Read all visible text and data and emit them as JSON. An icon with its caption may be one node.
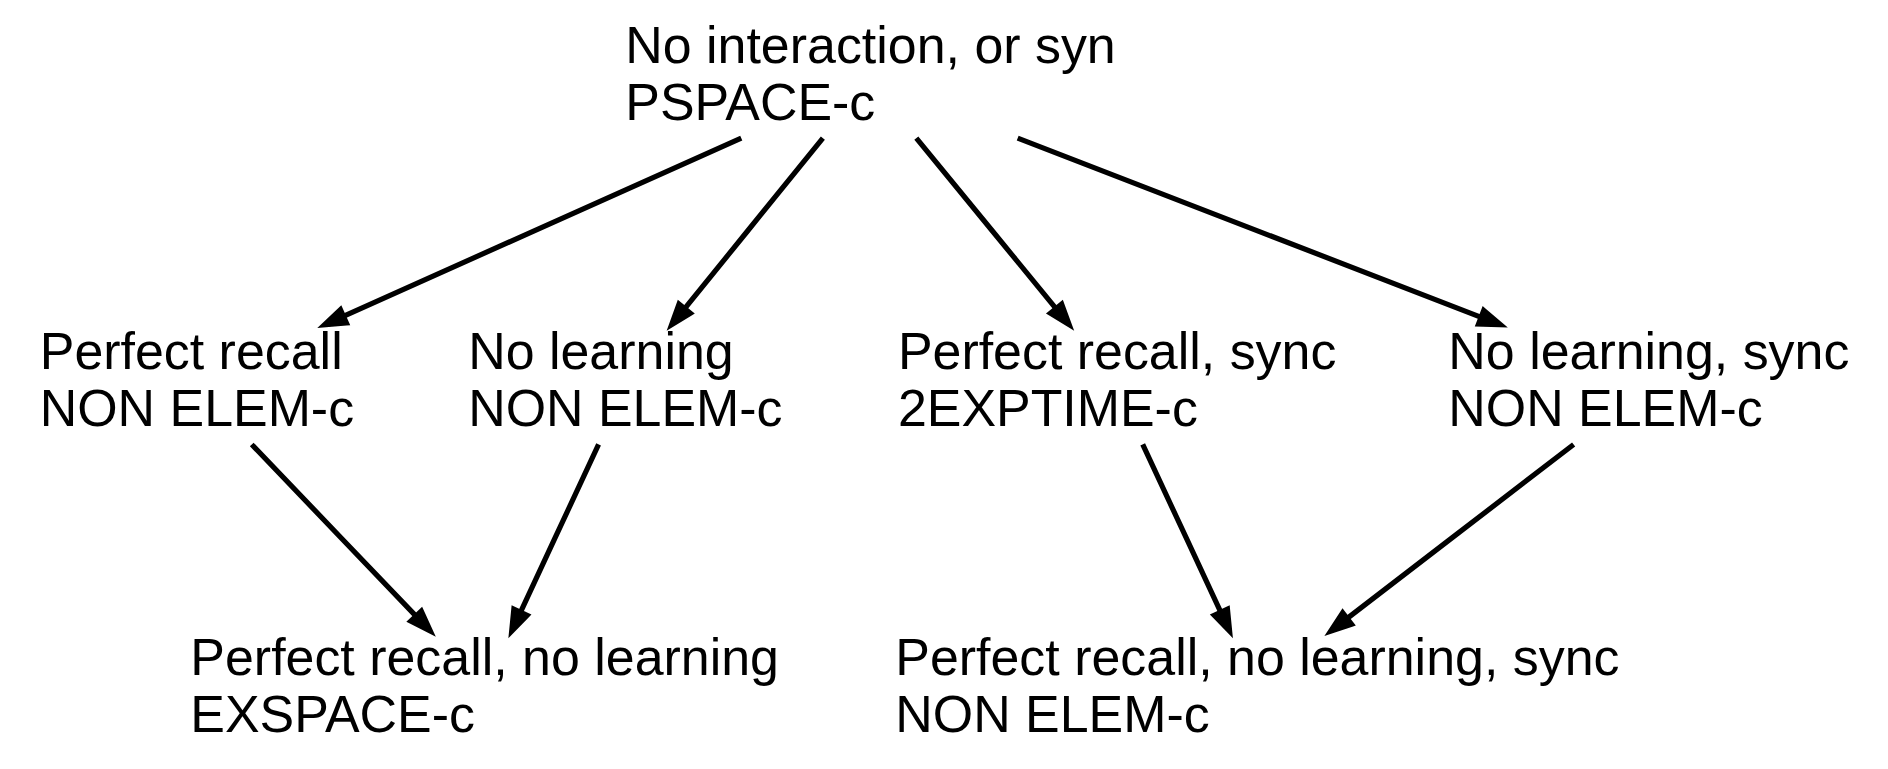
{
  "diagram": {
    "nodes": [
      {
        "text": [
          "No interaction, or syn",
          "PSPACE-c"
        ]
      },
      {
        "text": [
          "Perfect recall",
          "NON ELEM-c"
        ]
      },
      {
        "text": [
          "No learning",
          "NON ELEM-c"
        ]
      },
      {
        "text": [
          "Perfect recall, sync",
          "2EXPTIME-c"
        ]
      },
      {
        "text": [
          "No learning, sync",
          "NON ELEM-c"
        ]
      },
      {
        "text": [
          "Perfect recall, no learning",
          "EXSPACE-c"
        ]
      },
      {
        "text": [
          "Perfect recall, no learning, sync",
          "NON ELEM-c"
        ]
      }
    ],
    "edges": [
      {
        "from": 0,
        "to": 1,
        "arrow": "to"
      },
      {
        "from": 0,
        "to": 2,
        "arrow": "to"
      },
      {
        "from": 0,
        "to": 3,
        "arrow": "to"
      },
      {
        "from": 0,
        "to": 4,
        "arrow": "to"
      },
      {
        "from": 1,
        "to": 5,
        "arrow": "to"
      },
      {
        "from": 2,
        "to": 5,
        "arrow": "to"
      },
      {
        "from": 3,
        "to": 6,
        "arrow": "to"
      },
      {
        "from": 4,
        "to": 6,
        "arrow": "to"
      }
    ]
  }
}
